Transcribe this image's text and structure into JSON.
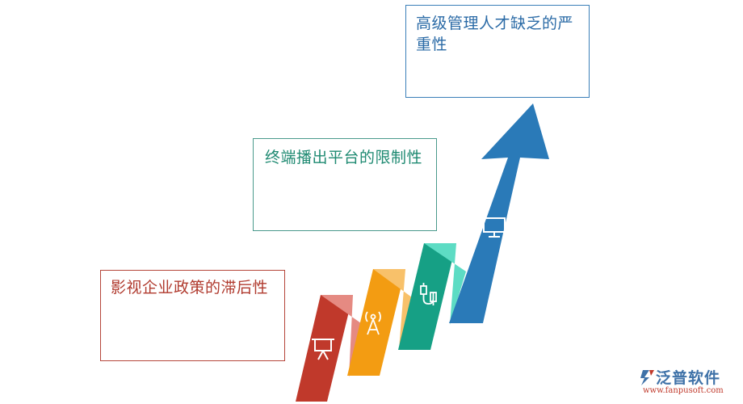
{
  "steps": [
    {
      "label": "影视企业政策的滞后性",
      "color": "#c0392b",
      "icon": "presentation-board-icon"
    },
    {
      "label": "终端播出平台的限制性",
      "color": "#16a085",
      "icon": "usb-cable-icon"
    },
    {
      "label": "高级管理人才缺乏的严重性",
      "color": "#2a7ab8",
      "icon": "monitor-icon"
    }
  ],
  "extra_icons": [
    {
      "name": "broadcast-tower-icon",
      "color": "#f39c12"
    }
  ],
  "logo": {
    "name": "泛普软件",
    "url": "www.fanpusoft.com"
  }
}
